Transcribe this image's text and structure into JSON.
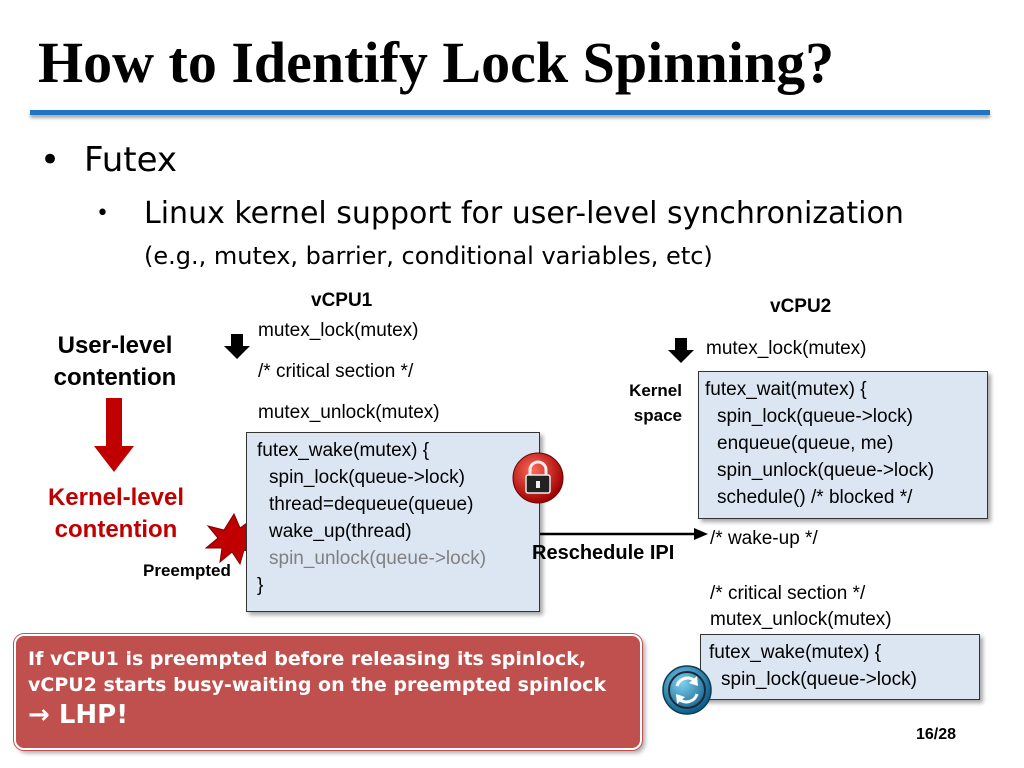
{
  "slide": {
    "title": "How to Identify Lock Spinning?",
    "bullet1": "Futex",
    "bullet2": "Linux kernel support for user-level synchronization",
    "bullet2_sub": "(e.g., mutex, barrier, conditional variables, etc)",
    "bullet_symbol": "•",
    "page_number": "16/28"
  },
  "diagram": {
    "vcpu1_label": "vCPU1",
    "vcpu2_label": "vCPU2",
    "user_level": [
      "User-level",
      "contention"
    ],
    "kernel_level": [
      "Kernel-level",
      "contention"
    ],
    "kernel_space": [
      "Kernel",
      "space"
    ],
    "preempted": "Preempted",
    "reschedule_ipi": "Reschedule IPI",
    "vcpu1_code": [
      "mutex_lock(mutex)",
      "/* critical section */",
      "mutex_unlock(mutex)"
    ],
    "vcpu1_box": [
      "futex_wake(mutex) {",
      "  spin_lock(queue->lock)",
      "  thread=dequeue(queue)",
      "  wake_up(thread)",
      "  spin_unlock(queue->lock)",
      "}"
    ],
    "vcpu2_top": "mutex_lock(mutex)",
    "vcpu2_box": [
      "futex_wait(mutex) {",
      "  spin_lock(queue->lock)",
      "  enqueue(queue, me)",
      "  spin_unlock(queue->lock)",
      "  schedule()  /* blocked */"
    ],
    "vcpu2_after": [
      "/* wake-up */",
      "/* critical section */",
      "mutex_unlock(mutex)"
    ],
    "vcpu2_box2": [
      "futex_wake(mutex) {",
      "  spin_lock(queue->lock)"
    ]
  },
  "callout": {
    "line1": "If vCPU1 is preempted before releasing its spinlock,",
    "line2": "vCPU2 starts busy-waiting on the preempted spinlock",
    "line3": "LHP!",
    "arrow_symbol": "→"
  },
  "icons": {
    "lock": "lock-icon",
    "spin": "refresh-icon",
    "burst": "burst-icon"
  },
  "colors": {
    "accent": "#1f74c4",
    "red": "#c00000",
    "box": "#dce6f2",
    "callout": "#c0504d"
  }
}
